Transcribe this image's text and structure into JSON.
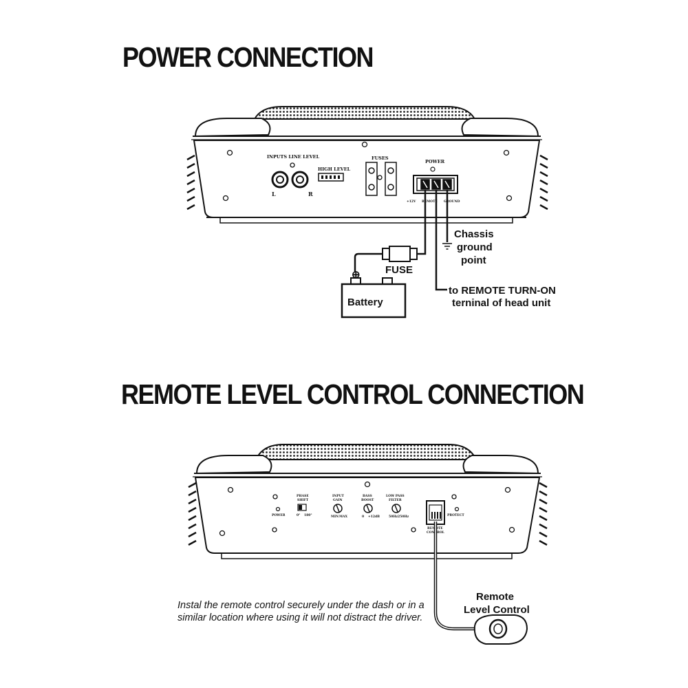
{
  "power_section": {
    "title": "POWER CONNECTION",
    "panel": {
      "inputs_label": "INPUTS LINE LEVEL",
      "left_label": "L",
      "right_label": "R",
      "high_level_label": "HIGH LEVEL",
      "fuses_label": "FUSES",
      "power_label": "POWER",
      "terminal_labels": [
        "+12V",
        "REMOTE",
        "GROUND"
      ]
    },
    "fuse_label": "FUSE",
    "battery_label": "Battery",
    "chassis_label": [
      "Chassis",
      "ground",
      "point"
    ],
    "remote_turn_on_label": [
      "to REMOTE TURN-ON",
      "terninal of head unit"
    ]
  },
  "remote_section": {
    "title": "REMOTE LEVEL CONTROL CONNECTION",
    "panel": {
      "power_led_label": "POWER",
      "phase_shift_label": [
        "PHASE",
        "SHIFT"
      ],
      "phase_scale": [
        "0°",
        "180°"
      ],
      "input_gain_label": [
        "INPUT",
        "GAIN"
      ],
      "gain_scale": [
        "MIN",
        "MAX"
      ],
      "bass_boost_label": [
        "BASS",
        "BOOST"
      ],
      "boost_scale": [
        "0",
        "+12dB"
      ],
      "low_pass_label": [
        "LOW PASS",
        "FILTER"
      ],
      "filter_scale": [
        "50Hz",
        "250Hz"
      ],
      "remote_control_label": [
        "REMOTE",
        "CONTROL"
      ],
      "protect_label": "PROTECT"
    },
    "remote_level_label": [
      "Remote",
      "Level Control"
    ],
    "install_note": "Instal the remote control securely under the dash or in a similar location where using it will not distract the driver."
  }
}
